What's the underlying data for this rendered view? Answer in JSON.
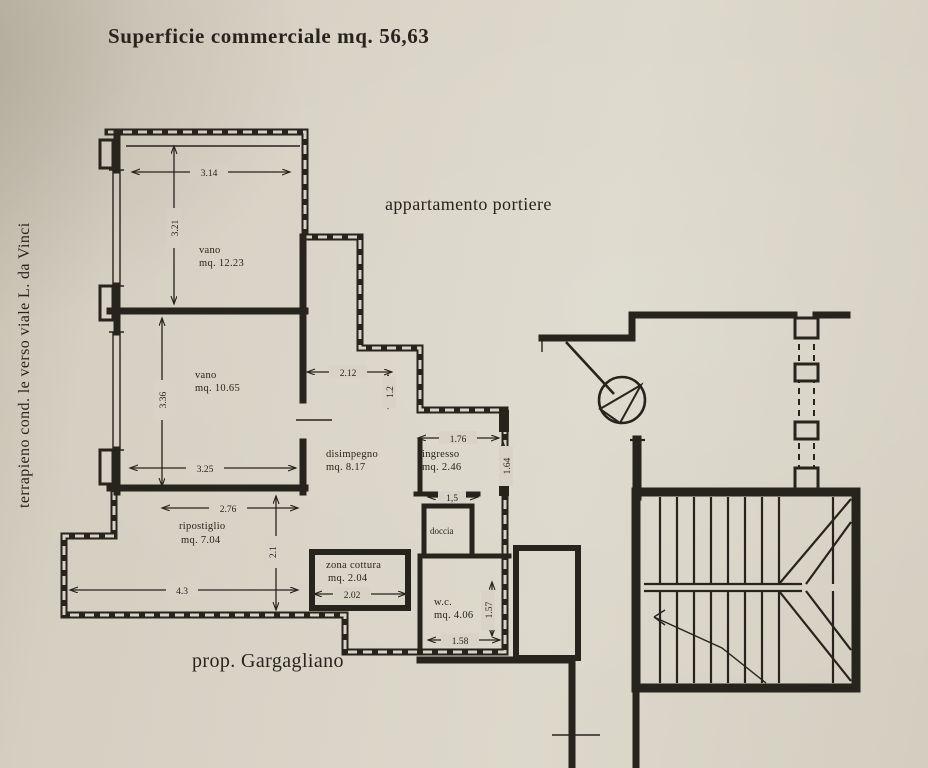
{
  "colors": {
    "paper": "#d8d3c6",
    "ink": "#27231d"
  },
  "header": {
    "title": "Superficie commerciale mq. 56,63"
  },
  "margin_note": {
    "text": "terrapieno cond. le verso viale L. da Vinci"
  },
  "plan": {
    "area_label": "appartamento portiere",
    "owner_label": "prop. Gargagliano",
    "rooms": [
      {
        "name": "vano",
        "area": "mq. 12.23"
      },
      {
        "name": "vano",
        "area": "mq. 10.65"
      },
      {
        "name": "disimpegno",
        "area": "mq. 8.17"
      },
      {
        "name": "ingresso",
        "area": "mq. 2.46"
      },
      {
        "name": "ripostiglio",
        "area": "mq. 7.04"
      },
      {
        "name": "zona cottura",
        "area": "mq. 2.04"
      },
      {
        "name": "doccia",
        "area": ""
      },
      {
        "name": "w.c.",
        "area": "mq. 4.06"
      }
    ],
    "dims": {
      "vano1_w": "3.14",
      "vano1_h": "3.21",
      "vano2_w": "3.25",
      "vano2_h": "3.36",
      "disimpegno_w": "2.12",
      "disimpegno_d": "1.2",
      "ingresso_w": "1.76",
      "ingresso_h": "1.64",
      "ingresso_opening": "1,5",
      "ripostiglio_w": "2.76",
      "ripostiglio_h": "2.1",
      "terrazzo_w": "4.3",
      "cottura_w": "2.02",
      "wc_w": "1.58",
      "wc_h": "1.57"
    }
  }
}
